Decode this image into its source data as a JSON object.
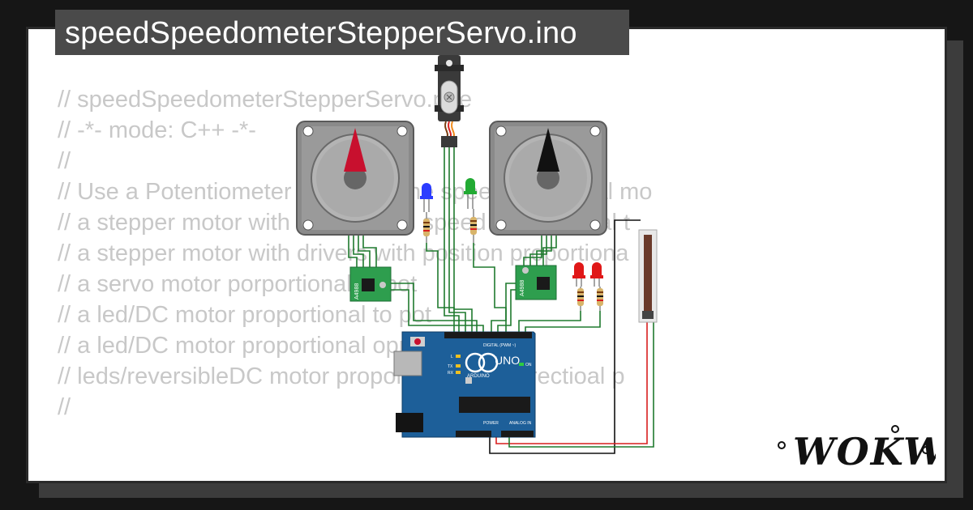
{
  "title": "speedSpeedometerStepperServo.ino",
  "code_lines": [
    "// speedSpeedometerStepperServo.pde",
    "// -*- mode: C++ -*-",
    "//",
    "// Use a Potentiometer to control the speed of several mo",
    "// a stepper motor with drivers with speed proportional t",
    "// a stepper motor with drivers with position proportiona",
    "// a servo motor porportional to pot",
    "// a led/DC motor proportional to pot",
    "// a led/DC motor proportional opposite to pot",
    "// leds/reversibleDC motor proportional to bidirectioal p",
    "//"
  ],
  "driver_labels": [
    "A4988",
    "A4988"
  ],
  "arduino": {
    "model": "UNO",
    "brand": "ARDUINO",
    "digital_header": "DIGITAL (PWM ~)",
    "power_header": "POWER",
    "analog_header": "ANALOG IN",
    "on_label": "ON",
    "l_label": "L",
    "tx_label": "TX",
    "rx_label": "RX"
  },
  "logo_text": "WOKWi",
  "colors": {
    "background": "#161616",
    "card": "#ffffff",
    "title_bar": "#4a4a4a",
    "code_text": "#c8c8c8",
    "arduino_blue": "#1d5f99",
    "driver_green": "#2e9e4e",
    "wire_green": "#1f7a2e",
    "wire_red": "#d81f1f",
    "needle_red": "#c8102e"
  }
}
